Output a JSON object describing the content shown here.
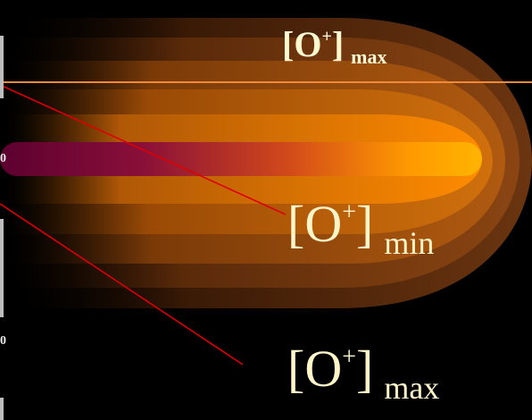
{
  "colors": {
    "background": "#000000",
    "plume_core": "#ff8c00",
    "plume_outer": "#5a2a08",
    "beam_start": "#5c0030",
    "beam_end": "#ffb000",
    "reference_line": "#f08a3a",
    "pointer_line": "#e00000",
    "label_text": "#fff5c8",
    "top_label_text": "#fff8d0"
  },
  "labels": {
    "top": {
      "base": "[O",
      "sup": "+",
      "close": "]",
      "sub": "max"
    },
    "middle": {
      "base": "[O",
      "sup": "+",
      "close": "]",
      "sub": "min"
    },
    "bottom": {
      "base": "[O",
      "sup": "+",
      "close": "]",
      "sub": "max"
    }
  },
  "edge_ticks": [
    "0",
    "0"
  ]
}
